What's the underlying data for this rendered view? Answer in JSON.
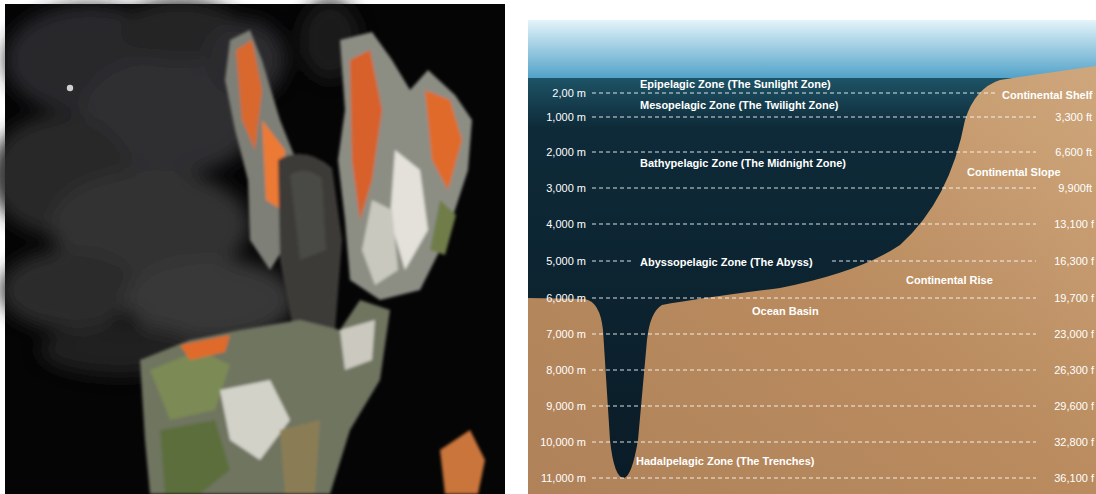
{
  "diagram": {
    "labels": [
      "Epipelagic Zone (The Sunlight Zone)",
      "2,00 m",
      "Mesopelagic Zone (The Twilight Zone)",
      "Continental Shelf",
      "1,000 m",
      "3,300 ft",
      "2,000 m",
      "6,600 ft",
      "Bathypelagic Zone (The Midnight Zone)",
      "Continental Slope",
      "3,000 m",
      "9,900ft",
      "4,000 m",
      "13,100 f",
      "5,000 m",
      "Abyssopelagic Zone (The Abyss)",
      "16,300 f",
      "Continental Rise",
      "6,000 m",
      "19,700 f",
      "Ocean Basin",
      "7,000 m",
      "23,000 f",
      "8,000 m",
      "26,300 f",
      "9,000 m",
      "29,600 f",
      "10,000 m",
      "32,800 f",
      "Hadalpelagic Zone (The Trenches)",
      "11,000 m",
      "36,100 f"
    ]
  }
}
